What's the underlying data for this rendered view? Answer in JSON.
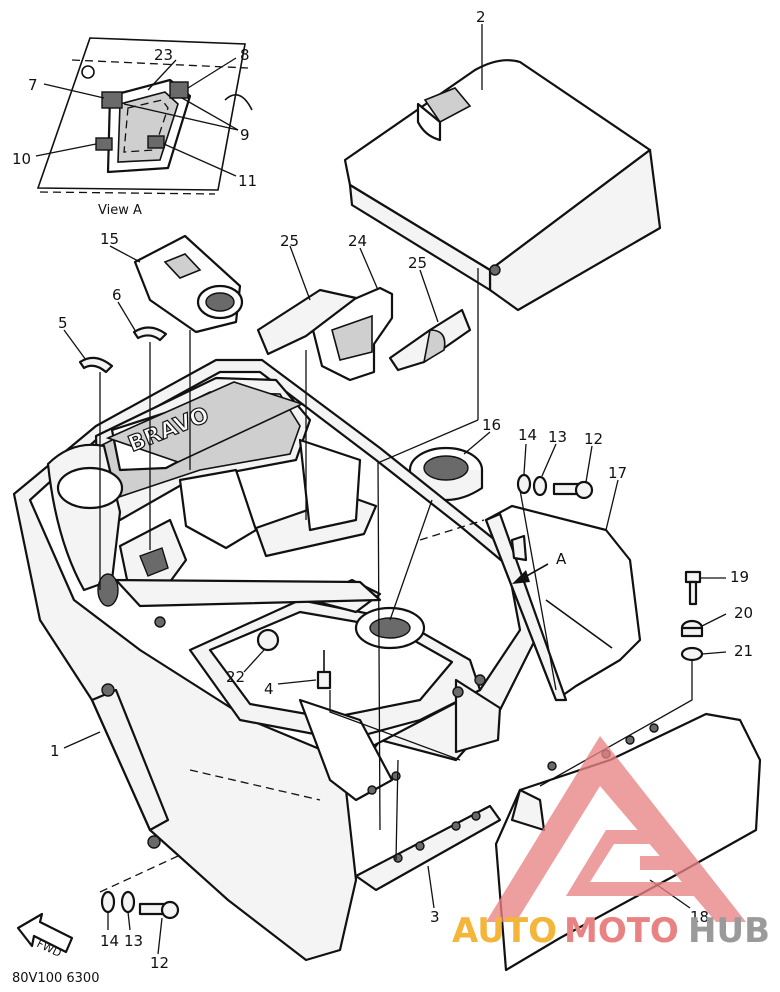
{
  "diagram": {
    "view_a_caption": "View A",
    "logo_text": "BRAVO",
    "fwd_text": "FWD",
    "arrow_a_label": "A",
    "part_code": "80V100 6300",
    "labels": {
      "p1": "1",
      "p2": "2",
      "p3": "3",
      "p4": "4",
      "p5": "5",
      "p6": "6",
      "p7": "7",
      "p8": "8",
      "p9": "9",
      "p10": "10",
      "p11": "11",
      "p12a": "12",
      "p12b": "12",
      "p13a": "13",
      "p13b": "13",
      "p14a": "14",
      "p14b": "14",
      "p15": "15",
      "p16": "16",
      "p17": "17",
      "p18": "18",
      "p19": "19",
      "p20": "20",
      "p21": "21",
      "p22": "22",
      "p23": "23",
      "p24": "24",
      "p25a": "25",
      "p25b": "25"
    }
  },
  "watermark": {
    "part1": "AUTO",
    "part2": "MOTO",
    "part3": "HUB",
    "colors": {
      "auto": "#f3b53a",
      "moto": "#e98383",
      "hub": "#9a9a9a",
      "triangle": "#e98383"
    }
  }
}
